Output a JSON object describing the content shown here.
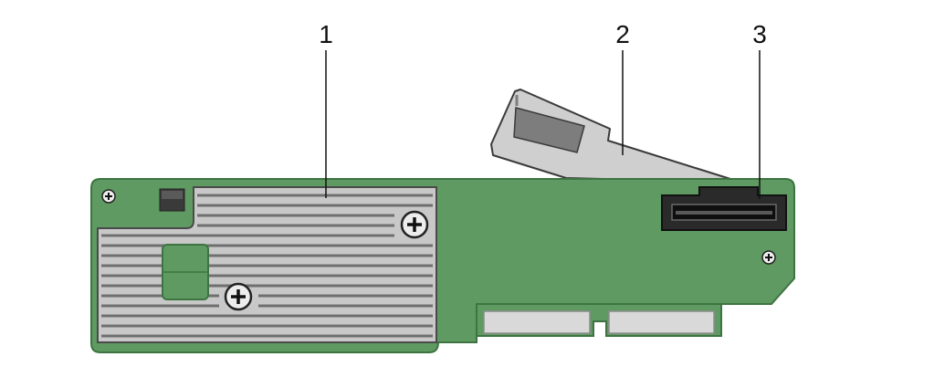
{
  "callouts": [
    {
      "label": "1"
    },
    {
      "label": "2"
    },
    {
      "label": "3"
    }
  ],
  "colors": {
    "board": "#5e9a62",
    "board_edge": "#3e7442",
    "heatsink": "#c8c8c8",
    "heatsink_fin": "#6f6f6f",
    "battery": "#cfcfcf",
    "connector": "#2a2a2a"
  }
}
